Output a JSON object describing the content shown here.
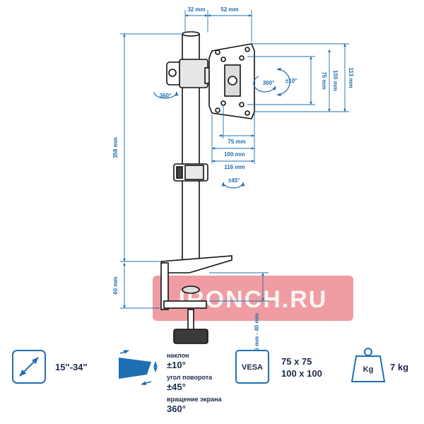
{
  "watermark": "IRONCH.RU",
  "colors": {
    "accent": "#1f6fb3",
    "dark": "#1b2a4a",
    "watermark": "#e24a55"
  },
  "dimensions": {
    "top_left": "32 mm",
    "top_right": "52 mm",
    "height_total": "358 mm",
    "vesa_75": "75 mm",
    "vesa_100": "100 mm",
    "plate_113": "113 mm",
    "width_75": "75 mm",
    "width_100": "100 mm",
    "width_116": "116 mm",
    "clamp_height": "60 mm",
    "clamp_range": "5 mm - 40 mm"
  },
  "rotations": {
    "pole_swivel": "360°",
    "plate_rotate": "360°",
    "plate_tilt": "±10°",
    "arm_swivel": "±45°"
  },
  "specs": {
    "screen_size": "15\"-34\"",
    "tilt_label": "наклон",
    "tilt_value": "±10°",
    "rotate_label": "угол поворота",
    "rotate_value": "±45°",
    "swivel_label": "вращение экрана",
    "swivel_value": "360°",
    "vesa_badge": "VESA",
    "vesa_1": "75 x 75",
    "vesa_2": "100 x 100",
    "weight_badge": "Kg",
    "weight_value": "7 kg"
  }
}
